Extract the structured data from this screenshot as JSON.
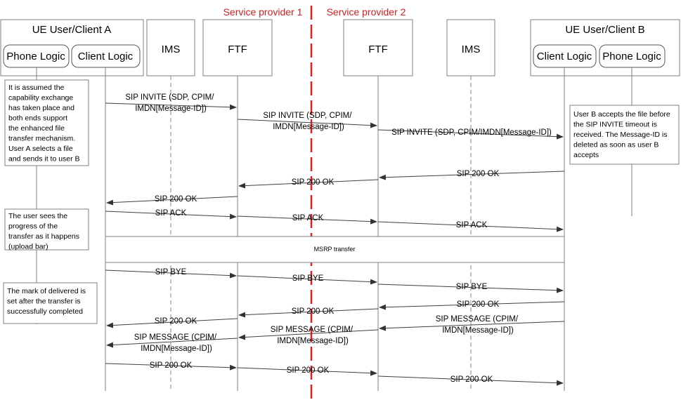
{
  "providers": {
    "left": "Service provider 1",
    "right": "Service provider 2",
    "divider_color": "#e02020"
  },
  "headers": {
    "client_a": "UE User/Client A",
    "phone_logic_a": "Phone Logic",
    "client_logic_a": "Client Logic",
    "ims_a": "IMS",
    "ftf_a": "FTF",
    "ftf_b": "FTF",
    "ims_b": "IMS",
    "client_b": "UE User/Client B",
    "client_logic_b": "Client Logic",
    "phone_logic_b": "Phone Logic"
  },
  "notes": {
    "a1": "It is assumed the capability exchange has taken place and both ends support the enhanced file transfer mechanism. User A selects a file and sends it to user B",
    "a2": "The user sees the progress of the transfer as it happens (upload bar)",
    "a3": "The mark of delivered is set after the transfer is successfully completed",
    "b1": "User B accepts the file before the SIP INVITE timeout is received. The Message-ID is deleted as soon as user B accepts"
  },
  "msrp_bar": "MSRP transfer",
  "messages": [
    {
      "id": "invite-1",
      "label": "SIP INVITE (SDP, CPIM/ IMDN[Message-ID])"
    },
    {
      "id": "invite-2",
      "label": "SIP INVITE (SDP, CPIM/ IMDN[Message-ID])"
    },
    {
      "id": "invite-3",
      "label": "SIP INVITE (SDP, CPIM/IMDN[Message-ID])"
    },
    {
      "id": "ok-1",
      "label": "SIP 200 OK"
    },
    {
      "id": "ok-2",
      "label": "SIP 200 OK"
    },
    {
      "id": "ok-3",
      "label": "SIP 200 OK"
    },
    {
      "id": "ack-1",
      "label": "SIP ACK"
    },
    {
      "id": "ack-2",
      "label": "SIP ACK"
    },
    {
      "id": "ack-3",
      "label": "SIP ACK"
    },
    {
      "id": "bye-1",
      "label": "SIP BYE"
    },
    {
      "id": "bye-2",
      "label": "SIP BYE"
    },
    {
      "id": "bye-3",
      "label": "SIP BYE"
    },
    {
      "id": "ok-4",
      "label": "SIP 200 OK"
    },
    {
      "id": "ok-5",
      "label": "SIP 200 OK"
    },
    {
      "id": "ok-6",
      "label": "SIP 200 OK"
    },
    {
      "id": "msg-1",
      "label": "SIP MESSAGE (CPIM/ IMDN[Message-ID])"
    },
    {
      "id": "msg-2",
      "label": "SIP MESSAGE (CPIM/ IMDN[Message-ID])"
    },
    {
      "id": "msg-3",
      "label": "SIP MESSAGE (CPIM/ IMDN[Message-ID])"
    },
    {
      "id": "ok-7",
      "label": "SIP 200 OK"
    },
    {
      "id": "ok-8",
      "label": "SIP 200 OK"
    },
    {
      "id": "ok-9",
      "label": "SIP 200 OK"
    }
  ]
}
